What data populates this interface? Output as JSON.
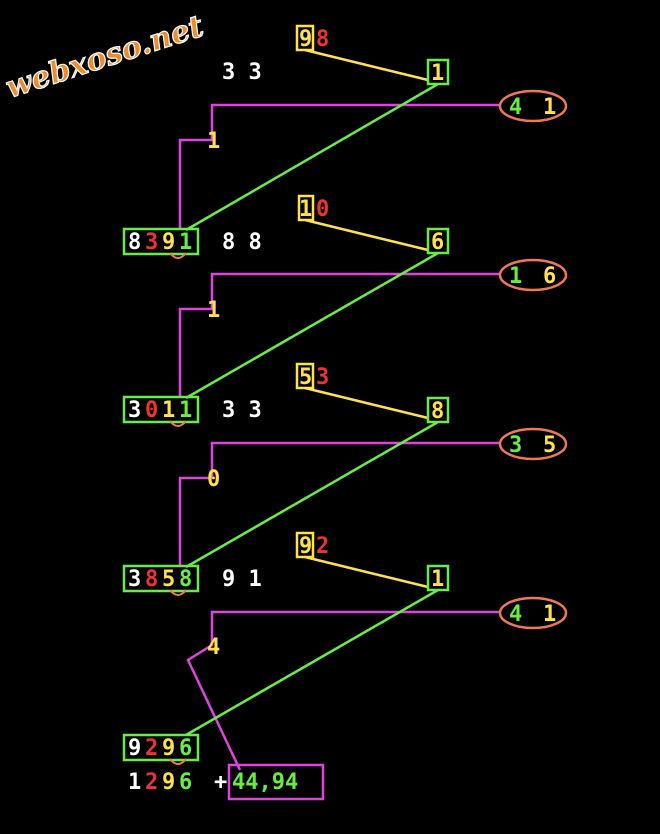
{
  "colors": {
    "background": "#000000",
    "white": "#ffffff",
    "yellow": "#ffe14d",
    "red": "#ee3333",
    "green": "#66ee44",
    "magenta": "#dd44dd",
    "orange": "#ee7755"
  },
  "watermark": "webxoso.net",
  "blocks": [
    {
      "top_digits": [
        "9",
        "8"
      ],
      "pair": "3 3",
      "box_digit": "1",
      "oval_digits": [
        "4",
        "1"
      ],
      "mid_digit": "1",
      "number": [
        "8",
        "3",
        "9",
        "1"
      ],
      "number_pair": "8 8"
    },
    {
      "top_digits": [
        "1",
        "0"
      ],
      "box_digit": "6",
      "oval_digits": [
        "1",
        "6"
      ],
      "mid_digit": "1",
      "number": [
        "3",
        "0",
        "1",
        "1"
      ],
      "number_pair": "3 3"
    },
    {
      "top_digits": [
        "5",
        "3"
      ],
      "box_digit": "8",
      "oval_digits": [
        "3",
        "5"
      ],
      "mid_digit": "0",
      "number": [
        "3",
        "8",
        "5",
        "8"
      ],
      "number_pair": "9 1"
    },
    {
      "top_digits": [
        "9",
        "2"
      ],
      "box_digit": "1",
      "oval_digits": [
        "4",
        "1"
      ],
      "mid_digit": "4",
      "number": [
        "9",
        "2",
        "9",
        "6"
      ]
    }
  ],
  "result": {
    "number": [
      "1",
      "2",
      "9",
      "6"
    ],
    "plus": "+",
    "value": "44,94"
  }
}
